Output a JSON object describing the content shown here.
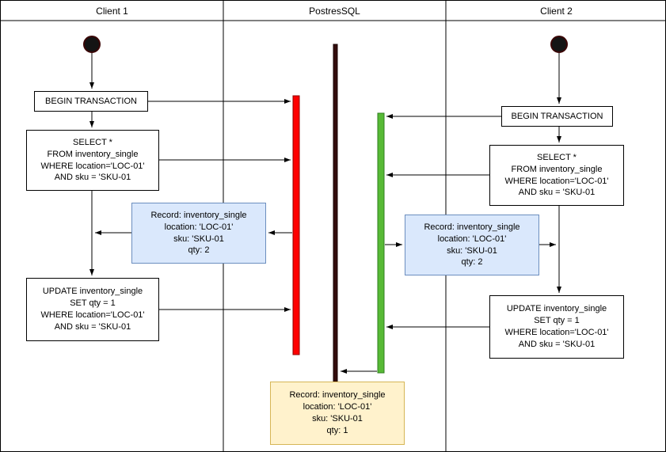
{
  "lanes": [
    {
      "label": "Client 1"
    },
    {
      "label": "PostresSQL"
    },
    {
      "label": "Client 2"
    }
  ],
  "client1": {
    "begin": "BEGIN TRANSACTION",
    "select": [
      "SELECT *",
      "FROM inventory_single",
      "WHERE location='LOC-01'",
      "AND sku = 'SKU-01"
    ],
    "record": [
      "Record: inventory_single",
      "location: 'LOC-01'",
      "sku: 'SKU-01",
      "qty: 2"
    ],
    "update": [
      "UPDATE inventory_single",
      "SET qty = 1",
      "WHERE location='LOC-01'",
      "AND sku = 'SKU-01"
    ]
  },
  "client2": {
    "begin": "BEGIN TRANSACTION",
    "select": [
      "SELECT *",
      "FROM inventory_single",
      "WHERE location='LOC-01'",
      "AND sku = 'SKU-01"
    ],
    "record": [
      "Record: inventory_single",
      "location: 'LOC-01'",
      "sku: 'SKU-01",
      "qty: 2"
    ],
    "update": [
      "UPDATE inventory_single",
      "SET qty = 1",
      "WHERE location='LOC-01'",
      "AND sku = 'SKU-01"
    ]
  },
  "database": {
    "final_record": [
      "Record: inventory_single",
      "location: 'LOC-01'",
      "sku: 'SKU-01",
      "qty: 1"
    ]
  },
  "colors": {
    "activation_client1": "#fe0000",
    "activation_client1_border": "#8e0000",
    "activation_client2": "#57ba35",
    "activation_client2_border": "#2f7d1e",
    "db_lifeline": "#330d0d",
    "record_box_fill": "#dae8fc",
    "record_box_border": "#6c8ebf",
    "final_record_fill": "#fff2cc",
    "final_record_border": "#d6b656"
  }
}
